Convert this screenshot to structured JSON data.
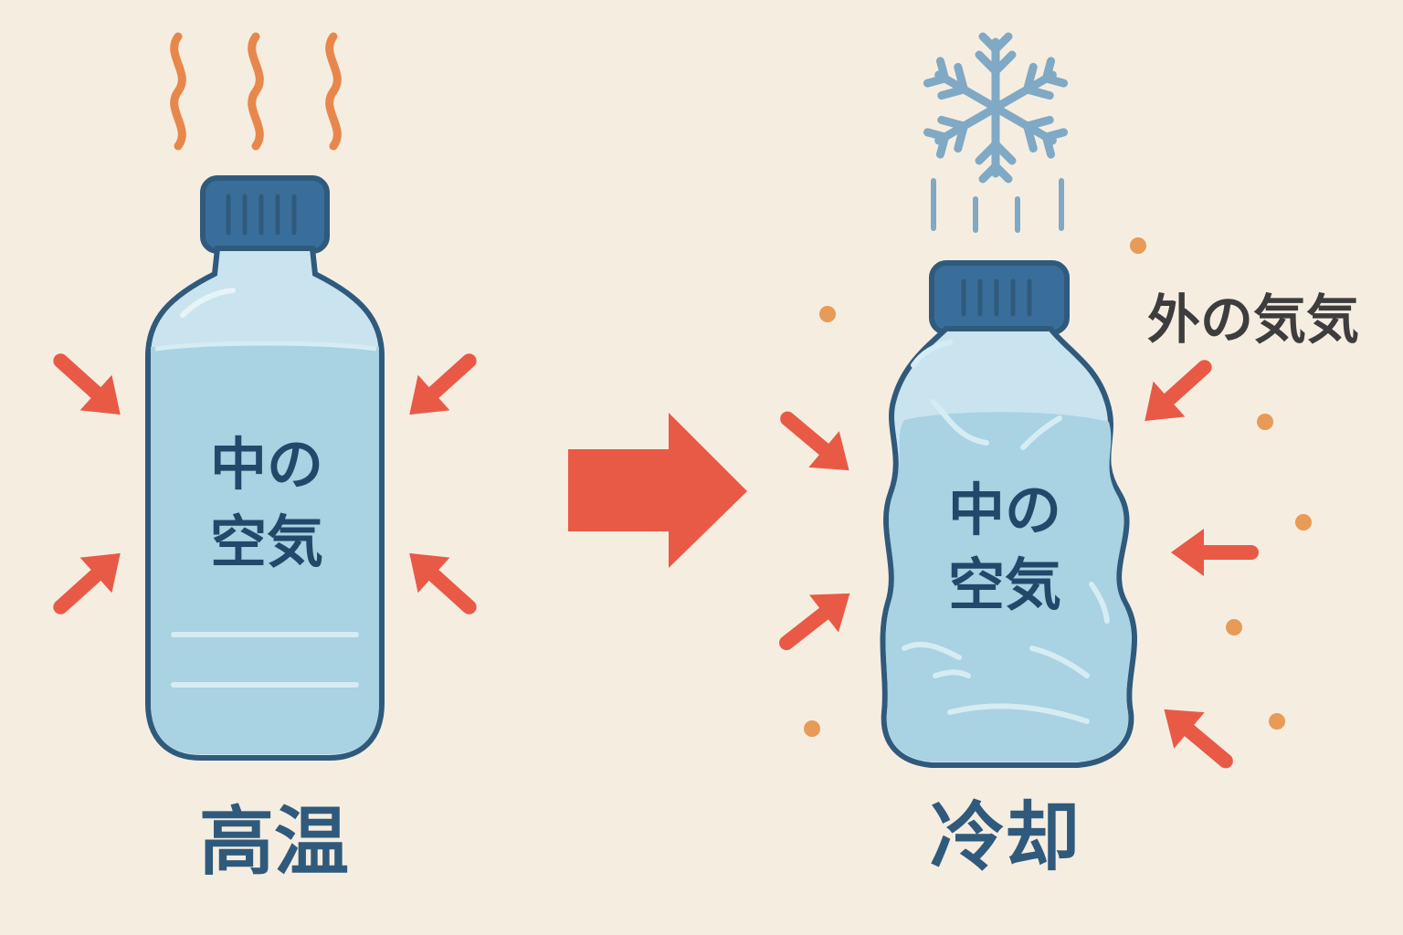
{
  "hot_bottle": {
    "inside_text_line1": "中の",
    "inside_text_line2": "空気",
    "caption": "高温"
  },
  "cold_bottle": {
    "inside_text_line1": "中の",
    "inside_text_line2": "空気",
    "caption": "冷却",
    "outside_label": "外の気気"
  },
  "colors": {
    "background": "#f6ede1",
    "bottle_outline": "#2f5a7c",
    "cap": "#3a6e9a",
    "water": "#a9d2e2",
    "bottle_body": "#c9e4ef",
    "label_text": "#22486a",
    "arrow": "#e85a45",
    "heat_wave": "#e8874c",
    "snowflake": "#7fa9c4",
    "dots": "#e89a57",
    "outside_label_text": "#3d3d3d"
  },
  "icons": [
    "heat-waves-icon",
    "snowflake-icon",
    "pressure-arrow-icon",
    "transition-arrow-icon"
  ]
}
